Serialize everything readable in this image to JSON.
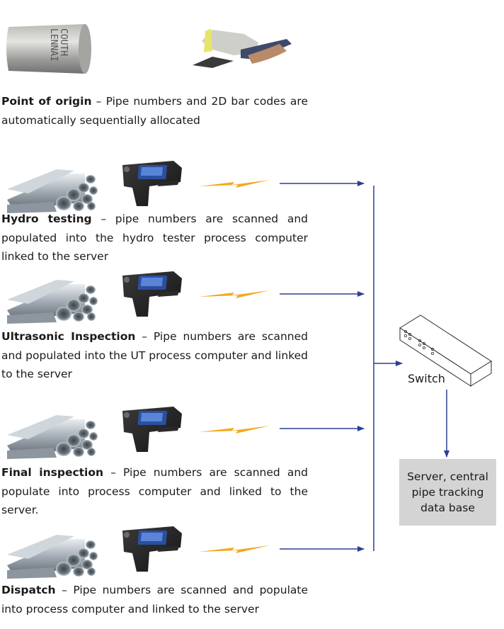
{
  "origin": {
    "title": "Point of origin",
    "text": " – Pipe numbers and 2D bar codes are automatically sequentially allocated",
    "pipe_marking": "COUTH\nLENNAI"
  },
  "stages": [
    {
      "title": "Hydro testing",
      "text": " – pipe numbers are scanned and populated into the hydro tester process computer linked to the server"
    },
    {
      "title": "Ultrasonic Inspection",
      "text": " – Pipe numbers are scanned and populated into the UT process computer and linked to the server"
    },
    {
      "title": "Final inspection",
      "text": " – Pipe numbers are scanned and populate into process computer and linked to the server."
    },
    {
      "title": "Dispatch",
      "text": " – Pipe numbers are scanned and populate into process computer and linked to the server"
    }
  ],
  "switch": {
    "label": "Switch"
  },
  "server": {
    "label": "Server, central pipe tracking data base"
  },
  "colors": {
    "arrow": "#2b3f93",
    "lightning": "#f3a81c",
    "server_bg": "#d4d4d4"
  }
}
